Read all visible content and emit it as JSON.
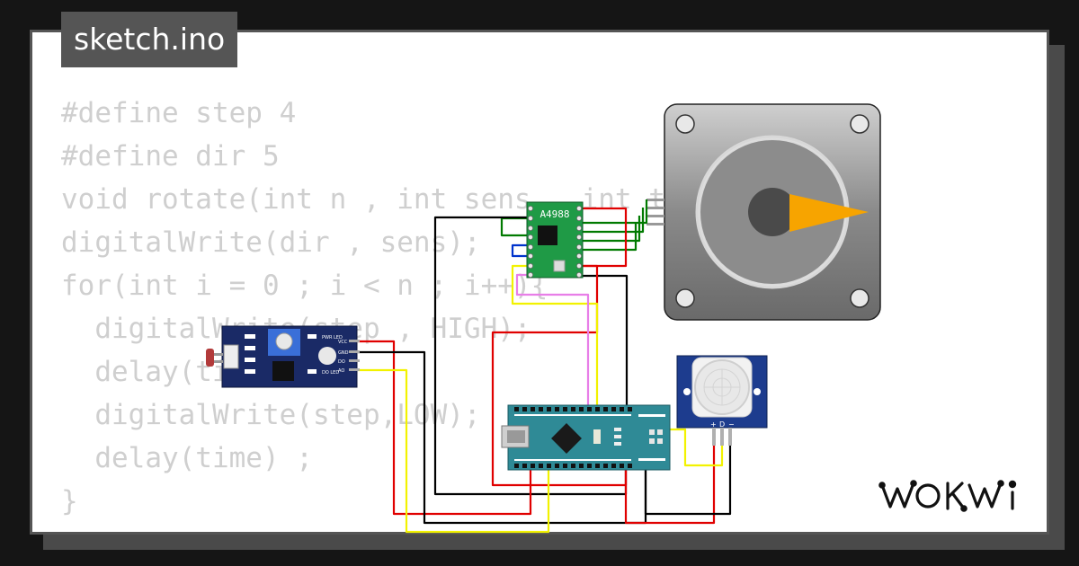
{
  "file_tab": {
    "label": "sketch.ino"
  },
  "code_lines": [
    "#define step 4",
    "#define dir 5",
    "void rotate(int n , int sens , int time){",
    "digitalWrite(dir , sens);",
    "for(int i = 0 ; i < n ; i++){",
    "  digitalWrite(step , HIGH);",
    "  delay(time);",
    "  digitalWrite(step,LOW);",
    "  delay(time) ;",
    "}",
    "}"
  ],
  "components": {
    "driver": {
      "label": "A4988"
    },
    "ldr_module": {
      "pin_labels": [
        "VCC",
        "GND",
        "DO",
        "AO"
      ],
      "led_labels": [
        "PWR LED",
        "DO LED"
      ]
    },
    "pir": {
      "pin_labels": [
        "+",
        "D",
        "−"
      ]
    }
  },
  "brand": {
    "logo": "WOKWI"
  },
  "colors": {
    "background": "#151515",
    "card": "#ffffff",
    "tab": "#555555",
    "code_text": "#cfcfcf",
    "wire_red": "#e00000",
    "wire_black": "#000000",
    "wire_yellow": "#f2f200",
    "wire_green": "#007a00",
    "wire_blue": "#0033cc",
    "wire_pink": "#e87ee8",
    "driver_board": "#1f9a46",
    "nano_board": "#2f8a96",
    "ldr_board": "#1a2a66",
    "pir_board": "#1d3c8e",
    "motor_arrow": "#f7a400"
  }
}
